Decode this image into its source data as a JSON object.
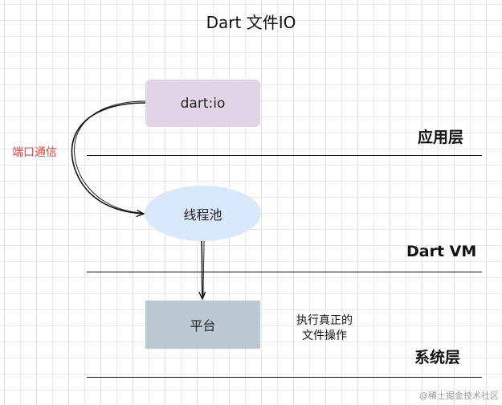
{
  "title": "Dart 文件IO",
  "nodes": {
    "dart_io": "dart:io",
    "thread_pool": "线程池",
    "platform": "平台"
  },
  "layers": {
    "app": "应用层",
    "vm": "Dart VM",
    "system": "系统层"
  },
  "edge_label": "端口通信",
  "note": [
    "执行真正的",
    "文件操作"
  ],
  "watermark": "@稀土掘金技术社区",
  "colors": {
    "dart_io_fill": "#e2d5e7",
    "thread_pool_fill": "#dae8fc",
    "platform_fill": "#bac8d3",
    "edge_label": "#d64541"
  }
}
